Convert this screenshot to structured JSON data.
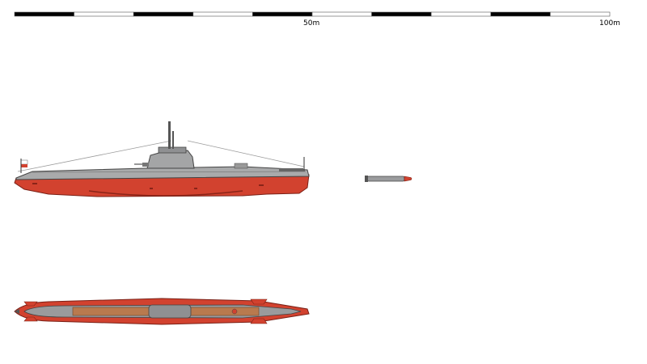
{
  "scale_bar": {
    "label_mid": "50m",
    "label_end": "100m",
    "segments": 10,
    "colors": {
      "dark": "#000000",
      "light": "#ffffff",
      "outline": "#555555"
    }
  },
  "colors": {
    "hull_grey": "#a9aaab",
    "deck_grey": "#8f9092",
    "red": "#d2422f",
    "red_dark": "#8a2418",
    "deck_wood": "#b97a4e",
    "outline": "#333333"
  },
  "views": {
    "side": "submarine-side-view",
    "top": "submarine-top-view",
    "torpedo": "torpedo-side-view"
  }
}
